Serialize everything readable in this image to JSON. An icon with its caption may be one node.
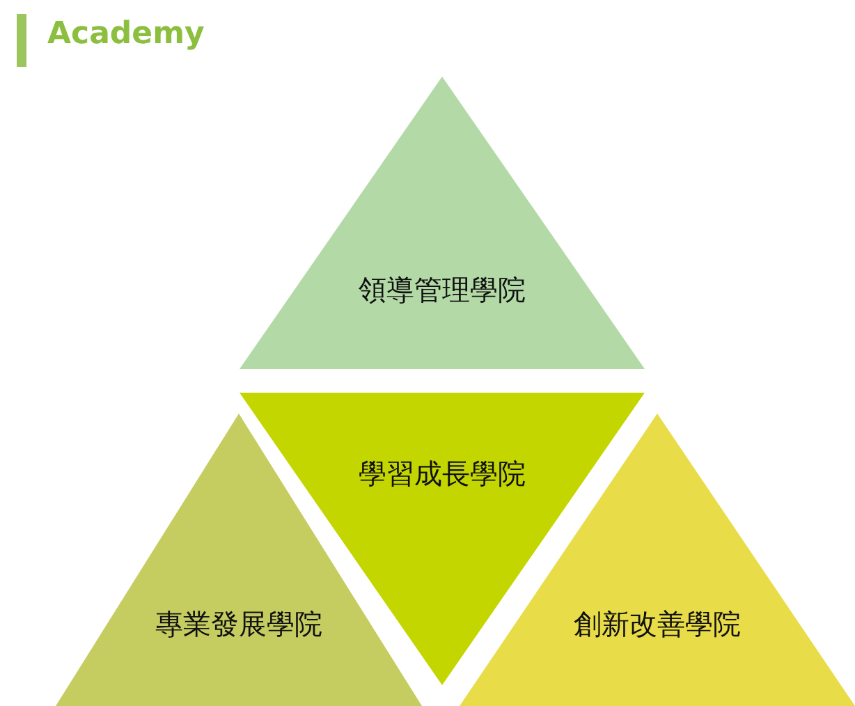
{
  "diagram": {
    "title": "Academy",
    "nodes": [
      {
        "text": [
          "領導管理學院"
        ]
      },
      {
        "text": [
          "學習成長學院"
        ]
      },
      {
        "text": [
          "專業發展學院"
        ]
      },
      {
        "text": [
          "創新改善學院"
        ]
      }
    ]
  }
}
